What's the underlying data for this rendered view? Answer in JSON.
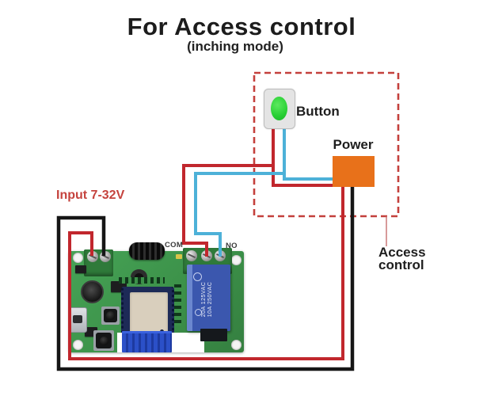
{
  "title": "For Access control",
  "subtitle": "(inching mode)",
  "dashed_group": {
    "button_label": "Button",
    "power_label": "Power"
  },
  "callout": {
    "line1": "Access",
    "line2": "control"
  },
  "board": {
    "input_label": "Input 7-32V",
    "com_label": "COM",
    "no_label": "NO",
    "relay_marking_line1": "20A 125VAC",
    "relay_marking_line2": "10A 250VAC"
  },
  "colors": {
    "wire_red": "#c1272d",
    "wire_blue": "#4db1d8",
    "wire_black": "#161616",
    "dashed_border": "#c4403c",
    "leader_line": "#c86f6f",
    "power_box_orange": "#e8711a",
    "button_green": "#2fd43a",
    "pcb_green": "#3c9149",
    "relay_blue": "#3b57ae",
    "connector_blue": "#2b50c8",
    "input_label_red": "#c5433e"
  }
}
